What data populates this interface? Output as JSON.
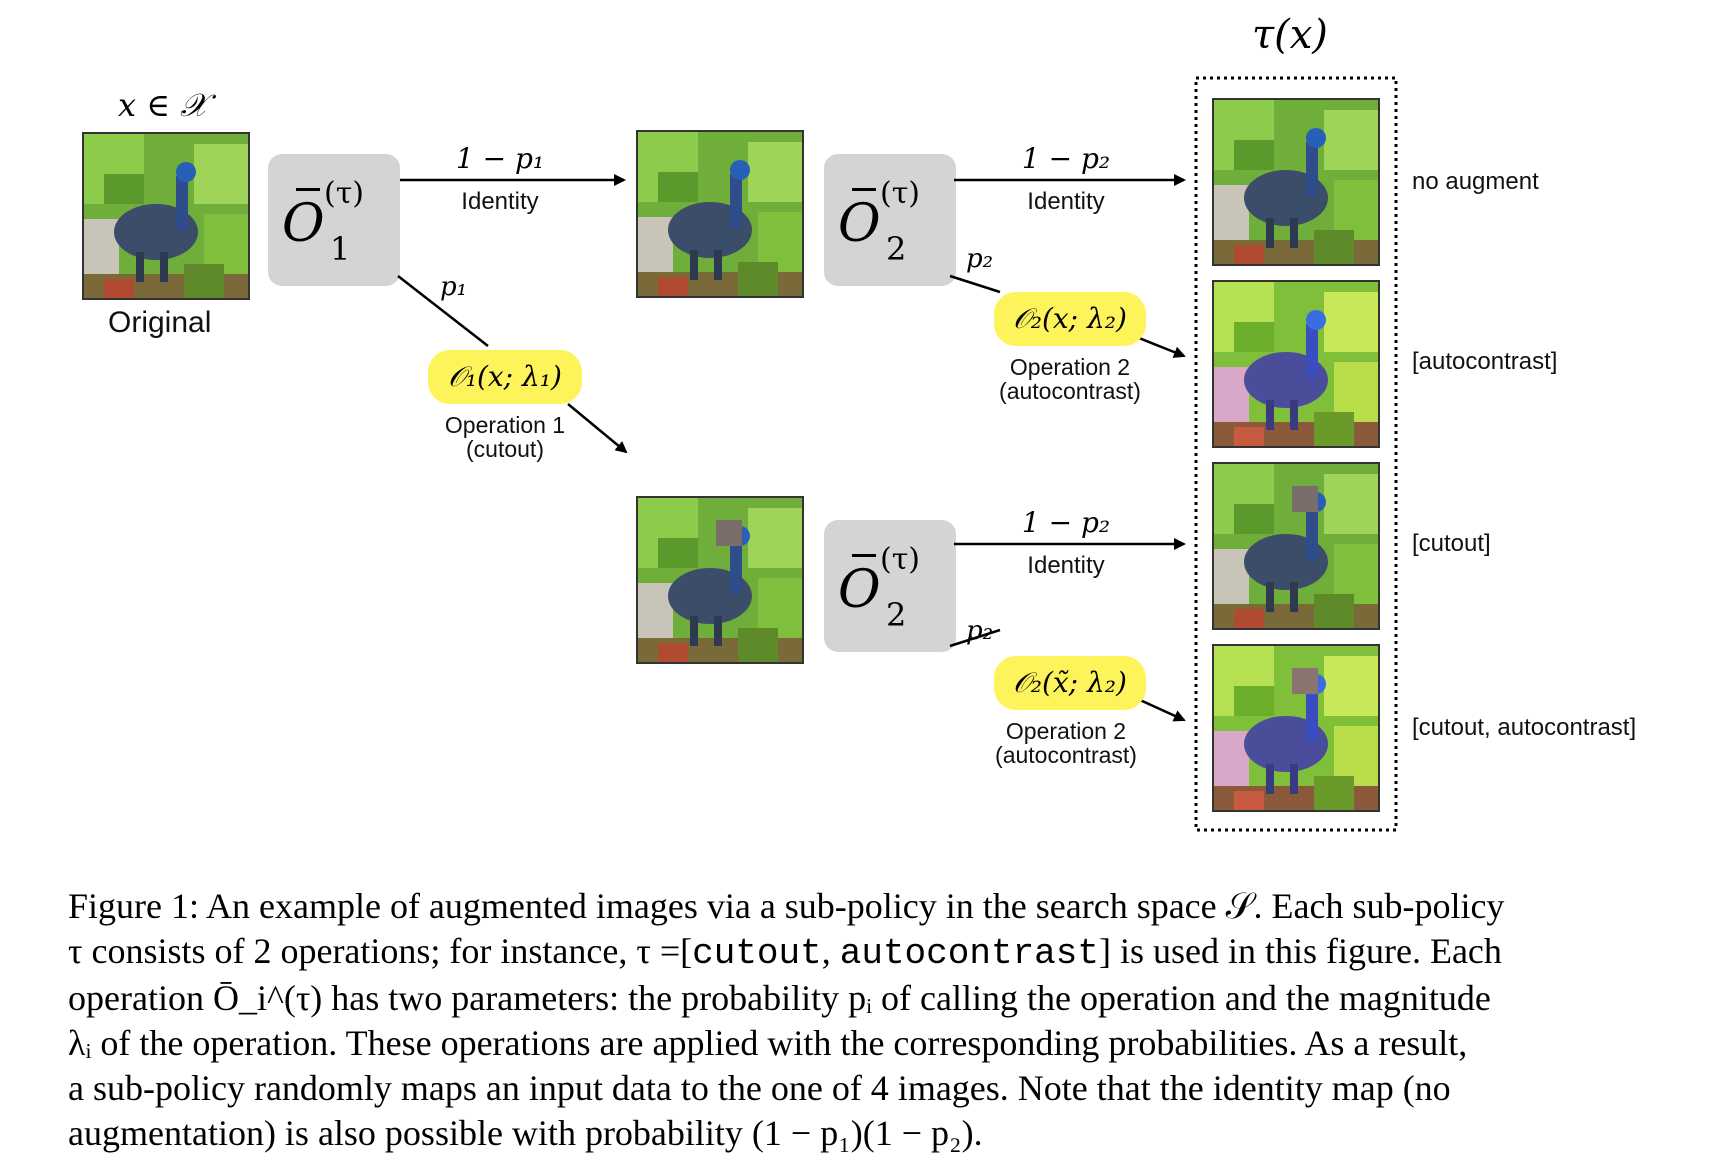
{
  "title": {
    "tau_x": "τ(x)",
    "x_in_X": "x ∈ 𝒳"
  },
  "original_label": "Original",
  "op_boxes": [
    {
      "letter": "O",
      "sup": "(τ)",
      "sub": "1"
    },
    {
      "letter": "O",
      "sup": "(τ)",
      "sub": "2"
    },
    {
      "letter": "O",
      "sup": "(τ)",
      "sub": "2"
    }
  ],
  "branches": {
    "top1": {
      "prob": "1 − p₁",
      "name": "Identity"
    },
    "down1": {
      "prob": "p₁"
    },
    "top2": {
      "prob": "1 − p₂",
      "name": "Identity"
    },
    "down2": {
      "prob": "p₂"
    },
    "top3": {
      "prob": "1 − p₂",
      "name": "Identity"
    },
    "down3": {
      "prob": "p₂"
    }
  },
  "operations": [
    {
      "expr": "𝒪₁(x; λ₁)",
      "name": "Operation 1",
      "detail": "(cutout)"
    },
    {
      "expr": "𝒪₂(x; λ₂)",
      "name": "Operation 2",
      "detail": "(autocontrast)"
    },
    {
      "expr": "𝒪₂(x̃; λ₂)",
      "name": "Operation 2",
      "detail": "(autocontrast)"
    }
  ],
  "results": [
    "no augment",
    "[autocontrast]",
    "[cutout]",
    "[cutout, autocontrast]"
  ],
  "caption": {
    "line1": "Figure 1: An example of augmented images via a sub-policy in the search space 𝒮. Each sub-policy",
    "line2a": "τ consists of 2 operations; for instance, τ =[",
    "line2_code1": "cutout",
    "line2b": ", ",
    "line2_code2": "autocontrast",
    "line2c": "] is used in this figure. Each",
    "line3": "operation Ō_i^(τ) has two parameters: the probability pᵢ of calling the operation and the magnitude",
    "line4": "λᵢ of the operation. These operations are applied with the corresponding probabilities. As a result,",
    "line5": "a sub-policy randomly maps an input data to the one of 4 images. Note that the identity map (no",
    "line6": "augmentation) is also possible with probability (1 − p₁)(1 − p₂)."
  }
}
